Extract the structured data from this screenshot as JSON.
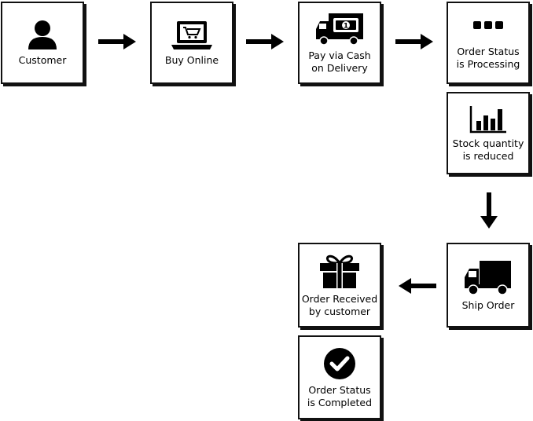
{
  "nodes": {
    "customer": {
      "label": "Customer",
      "icon": "user-icon"
    },
    "buy_online": {
      "label": "Buy Online",
      "icon": "laptop-cart-icon"
    },
    "pay": {
      "label": "Pay via Cash\non Delivery",
      "icon": "delivery-truck-cash-icon"
    },
    "order_processing": {
      "label": "Order Status\nis Processing",
      "icon": "ellipsis-icon"
    },
    "stock": {
      "label": "Stock quantity\nis reduced",
      "icon": "bar-chart-icon"
    },
    "ship": {
      "label": "Ship Order",
      "icon": "truck-icon"
    },
    "received": {
      "label": "Order Received\nby customer",
      "icon": "gift-icon"
    },
    "completed": {
      "label": "Order Status\nis Completed",
      "icon": "check-circle-icon"
    }
  },
  "coin_label": "1"
}
